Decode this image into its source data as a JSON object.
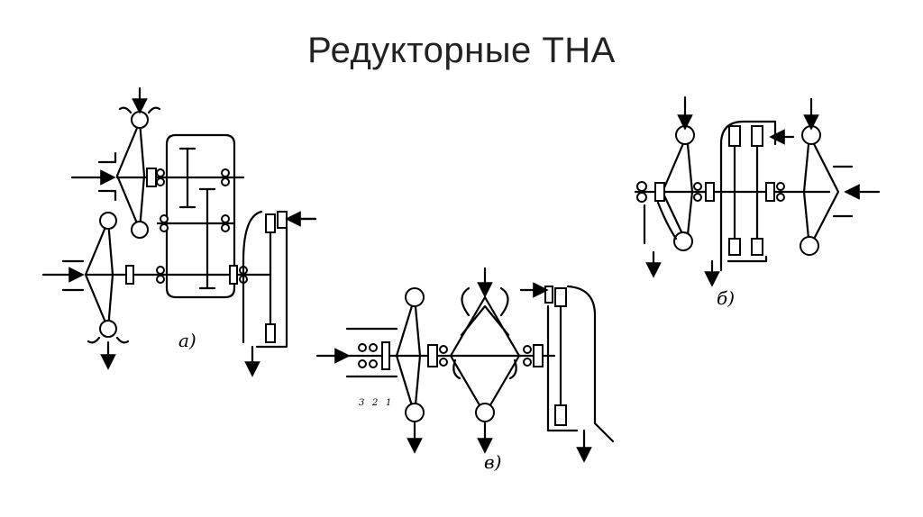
{
  "slide": {
    "title": "Редукторные ТНА"
  },
  "diagram": {
    "labels": {
      "a": "а)",
      "b": "б)",
      "v": "в)"
    },
    "bearing_numbers": [
      "3",
      "2",
      "1"
    ]
  }
}
